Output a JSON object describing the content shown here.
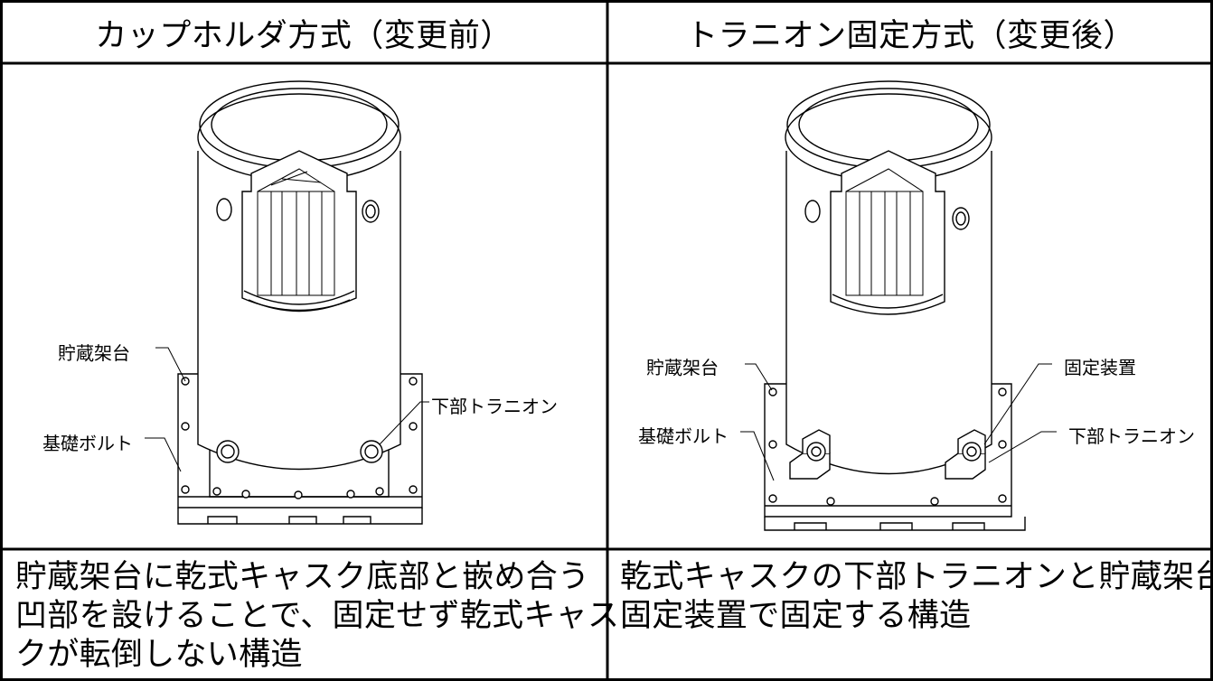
{
  "table": {
    "left_header": "カップホルダ方式（変更前）",
    "right_header": "トラニオン固定方式（変更後）",
    "left_description": [
      "貯蔵架台に乾式キャスク底部と嵌め合う",
      "凹部を設けることで、固定せず乾式キャス",
      "クが転倒しない構造"
    ],
    "right_description": [
      "乾式キャスクの下部トラニオンと貯蔵架台を",
      "固定装置で固定する構造"
    ]
  },
  "left_drawing": {
    "labels": {
      "storage_stand": "貯蔵架台",
      "foundation_bolt": "基礎ボルト",
      "lower_trunnion": "下部トラニオン"
    }
  },
  "right_drawing": {
    "labels": {
      "storage_stand": "貯蔵架台",
      "foundation_bolt": "基礎ボルト",
      "fixing_device": "固定装置",
      "lower_trunnion": "下部トラニオン"
    }
  }
}
